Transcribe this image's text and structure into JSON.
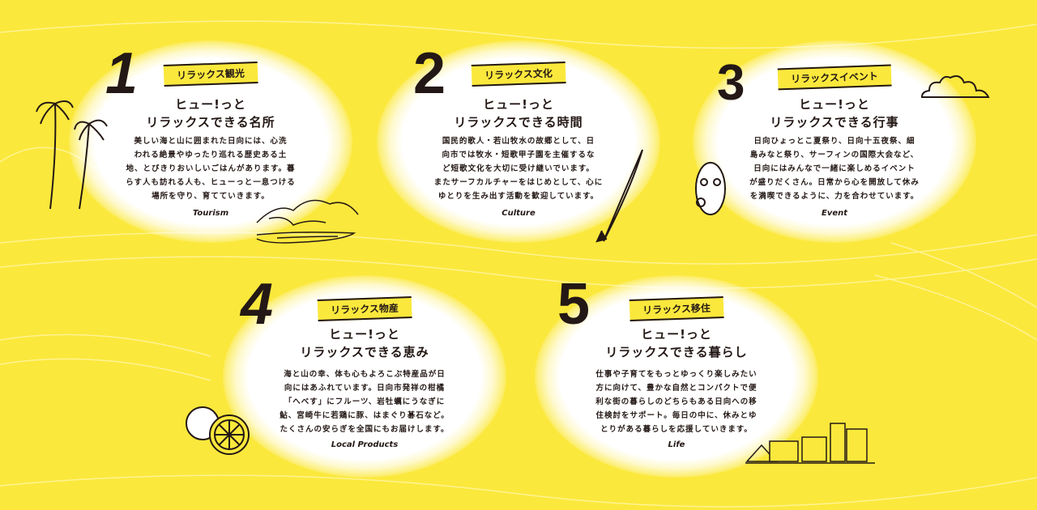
{
  "cards": [
    {
      "number": "1",
      "badge": "リラックス観光",
      "title": [
        "ヒュー!っと",
        "リラックスできる名所"
      ],
      "body": [
        "美しい海と山に囲まれた日向には、心洗",
        "われる絶景やゆったり巡れる歴史ある土",
        "地、とびきりおいしいごはんがあります。暮",
        "らす人も訪れる人も、ヒューっと一息つける",
        "場所を守り、育てていきます。"
      ],
      "english": "Tourism"
    },
    {
      "number": "2",
      "badge": "リラックス文化",
      "title": [
        "ヒュー!っと",
        "リラックスできる時間"
      ],
      "body": [
        "国民的歌人・若山牧水の故郷として、日",
        "向市では牧水・短歌甲子園を主催するな",
        "ど短歌文化を大切に受け継いでいます。",
        "またサーフカルチャーをはじめとして、心に",
        "ゆとりを生み出す活動を歓迎しています。"
      ],
      "english": "Culture"
    },
    {
      "number": "3",
      "badge": "リラックスイベント",
      "title": [
        "ヒュー!っと",
        "リラックスできる行事"
      ],
      "body": [
        "日向ひょっとこ夏祭り、日向十五夜祭、細",
        "島みなと祭り、サーフィンの国際大会など、",
        "日向にはみんなで一緒に楽しめるイベント",
        "が盛りだくさん。日常から心を開放して休み",
        "を満喫できるように、力を合わせています。"
      ],
      "english": "Event"
    },
    {
      "number": "4",
      "badge": "リラックス物産",
      "title": [
        "ヒュー!っと",
        "リラックスできる恵み"
      ],
      "body": [
        "海と山の幸、体も心もよろこぶ特産品が日",
        "向にはあふれています。日向市発祥の柑橘",
        "「へべす」にフルーツ、岩牡蠣にうなぎに",
        "鮎、宮崎牛に若鶏に豚、はまぐり碁石など。",
        "たくさんの安らぎを全国にもお届けします。"
      ],
      "english": "Local Products"
    },
    {
      "number": "5",
      "badge": "リラックス移住",
      "title": [
        "ヒュー!っと",
        "リラックスできる暮らし"
      ],
      "body": [
        "仕事や子育てをもっとゆっくり楽しみたい",
        "方に向けて、豊かな自然とコンパクトで便",
        "利な街の暮らしのどちらもある日向への移",
        "住検討をサポート。毎日の中に、休みとゆ",
        "とりがある暮らしを応援していきます。"
      ],
      "english": "Life"
    }
  ],
  "colors": {
    "background": "#fbe83c",
    "ink": "#231815"
  }
}
